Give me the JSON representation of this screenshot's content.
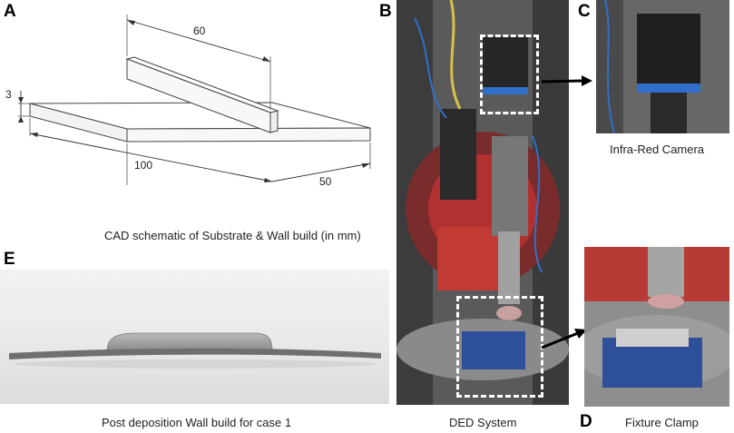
{
  "figure": {
    "panels": {
      "a": {
        "letter": "A",
        "caption": "CAD schematic of Substrate & Wall build (in mm)",
        "dims": {
          "wall_length": "60",
          "thickness": "3",
          "length": "100",
          "width": "50"
        }
      },
      "b": {
        "letter": "B",
        "caption": "DED System"
      },
      "c": {
        "letter": "C",
        "caption": "Infra-Red Camera"
      },
      "d": {
        "letter": "D",
        "caption": "Fixture Clamp"
      },
      "e": {
        "letter": "E",
        "caption": "Post deposition Wall build for case 1"
      }
    }
  }
}
